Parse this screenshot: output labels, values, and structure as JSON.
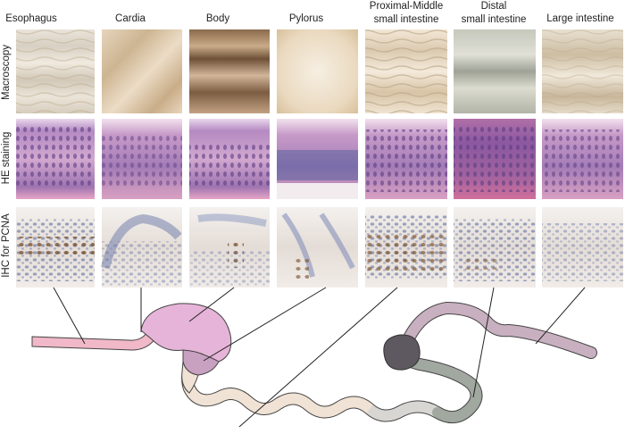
{
  "figure": {
    "columns": [
      {
        "key": "esophagus",
        "lines": [
          "Esophagus"
        ]
      },
      {
        "key": "cardia",
        "lines": [
          "Cardia"
        ]
      },
      {
        "key": "body",
        "lines": [
          "Body"
        ]
      },
      {
        "key": "pylorus",
        "lines": [
          "Pylorus"
        ]
      },
      {
        "key": "prox-mid-si",
        "lines": [
          "Proximal-Middle",
          "small intestine"
        ]
      },
      {
        "key": "distal-si",
        "lines": [
          "Distal",
          "small intestine"
        ]
      },
      {
        "key": "large-intestine",
        "lines": [
          "Large intestine"
        ]
      }
    ],
    "rows": [
      {
        "key": "macroscopy",
        "label": "Macroscopy"
      },
      {
        "key": "he",
        "label": "HE staining"
      },
      {
        "key": "ihc",
        "label": "IHC for PCNA"
      }
    ],
    "colors": {
      "esophagus": "#f0b8c8",
      "stomach_body": "#e6b4d8",
      "stomach_lower": "#c8a0c0",
      "pylorus_duodenum": "#f0e2d4",
      "small_intestine": "#e8e4e0",
      "distal_small_intestine": "#a0a8a0",
      "cecum": "#5e5860",
      "large_intestine": "#c8b0c0",
      "leader_line": "#222222"
    }
  }
}
